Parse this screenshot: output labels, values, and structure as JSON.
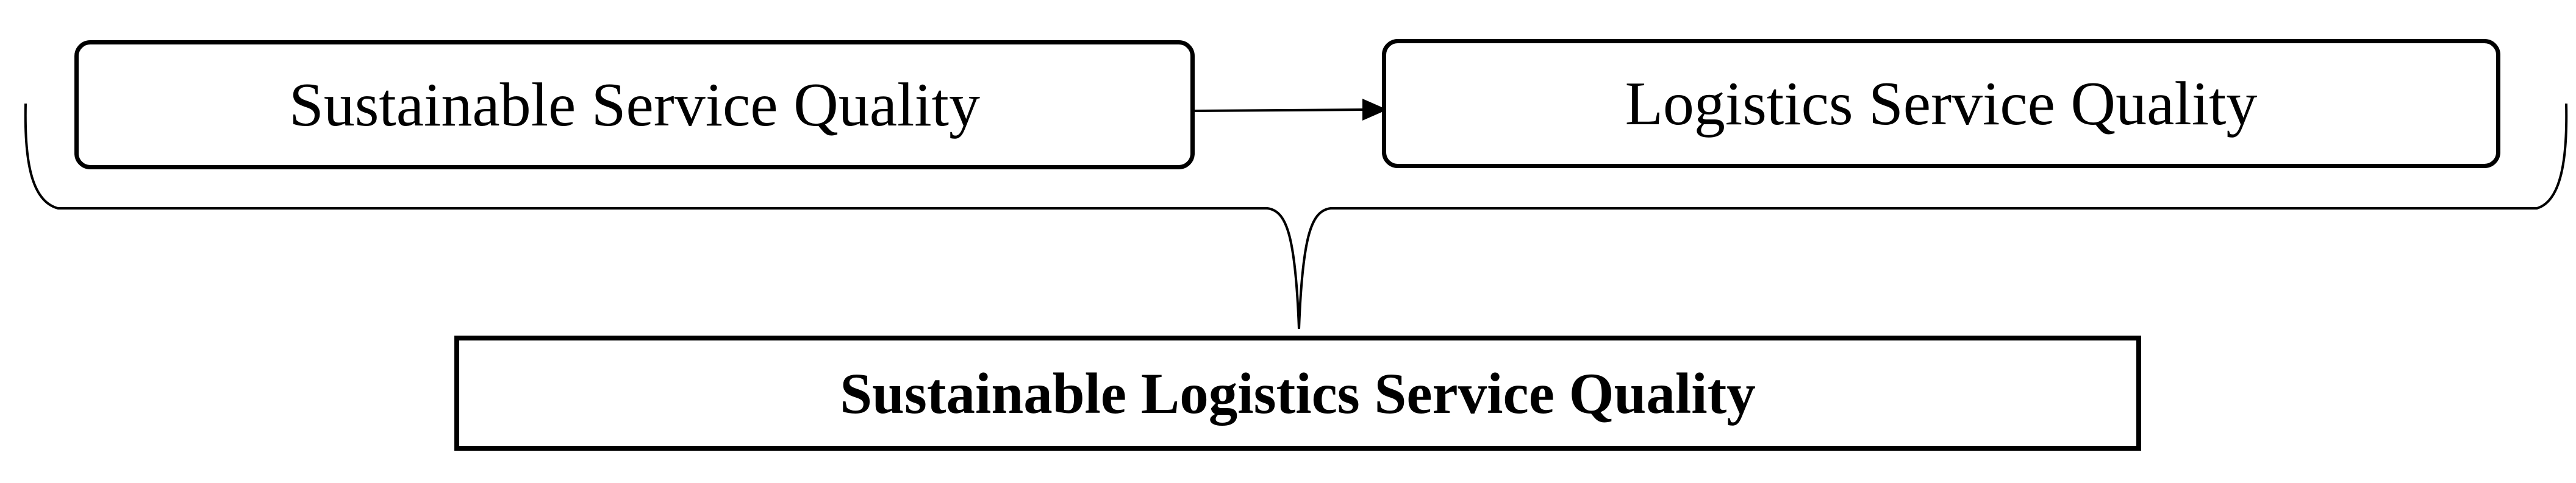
{
  "diagram": {
    "nodes": {
      "sustainable_service_quality": "Sustainable Service Quality",
      "logistics_service_quality": "Logistics Service Quality",
      "sustainable_logistics_service_quality": "Sustainable Logistics Service Quality"
    },
    "edges": [
      {
        "from": "sustainable_service_quality",
        "to": "logistics_service_quality",
        "style": "arrow"
      }
    ],
    "grouping": {
      "members": [
        "sustainable_service_quality",
        "logistics_service_quality"
      ],
      "combined_into": "sustainable_logistics_service_quality",
      "style": "curly-brace"
    },
    "colors": {
      "line": "#000000",
      "box_fill": "#ffffff",
      "text": "#000000"
    }
  }
}
